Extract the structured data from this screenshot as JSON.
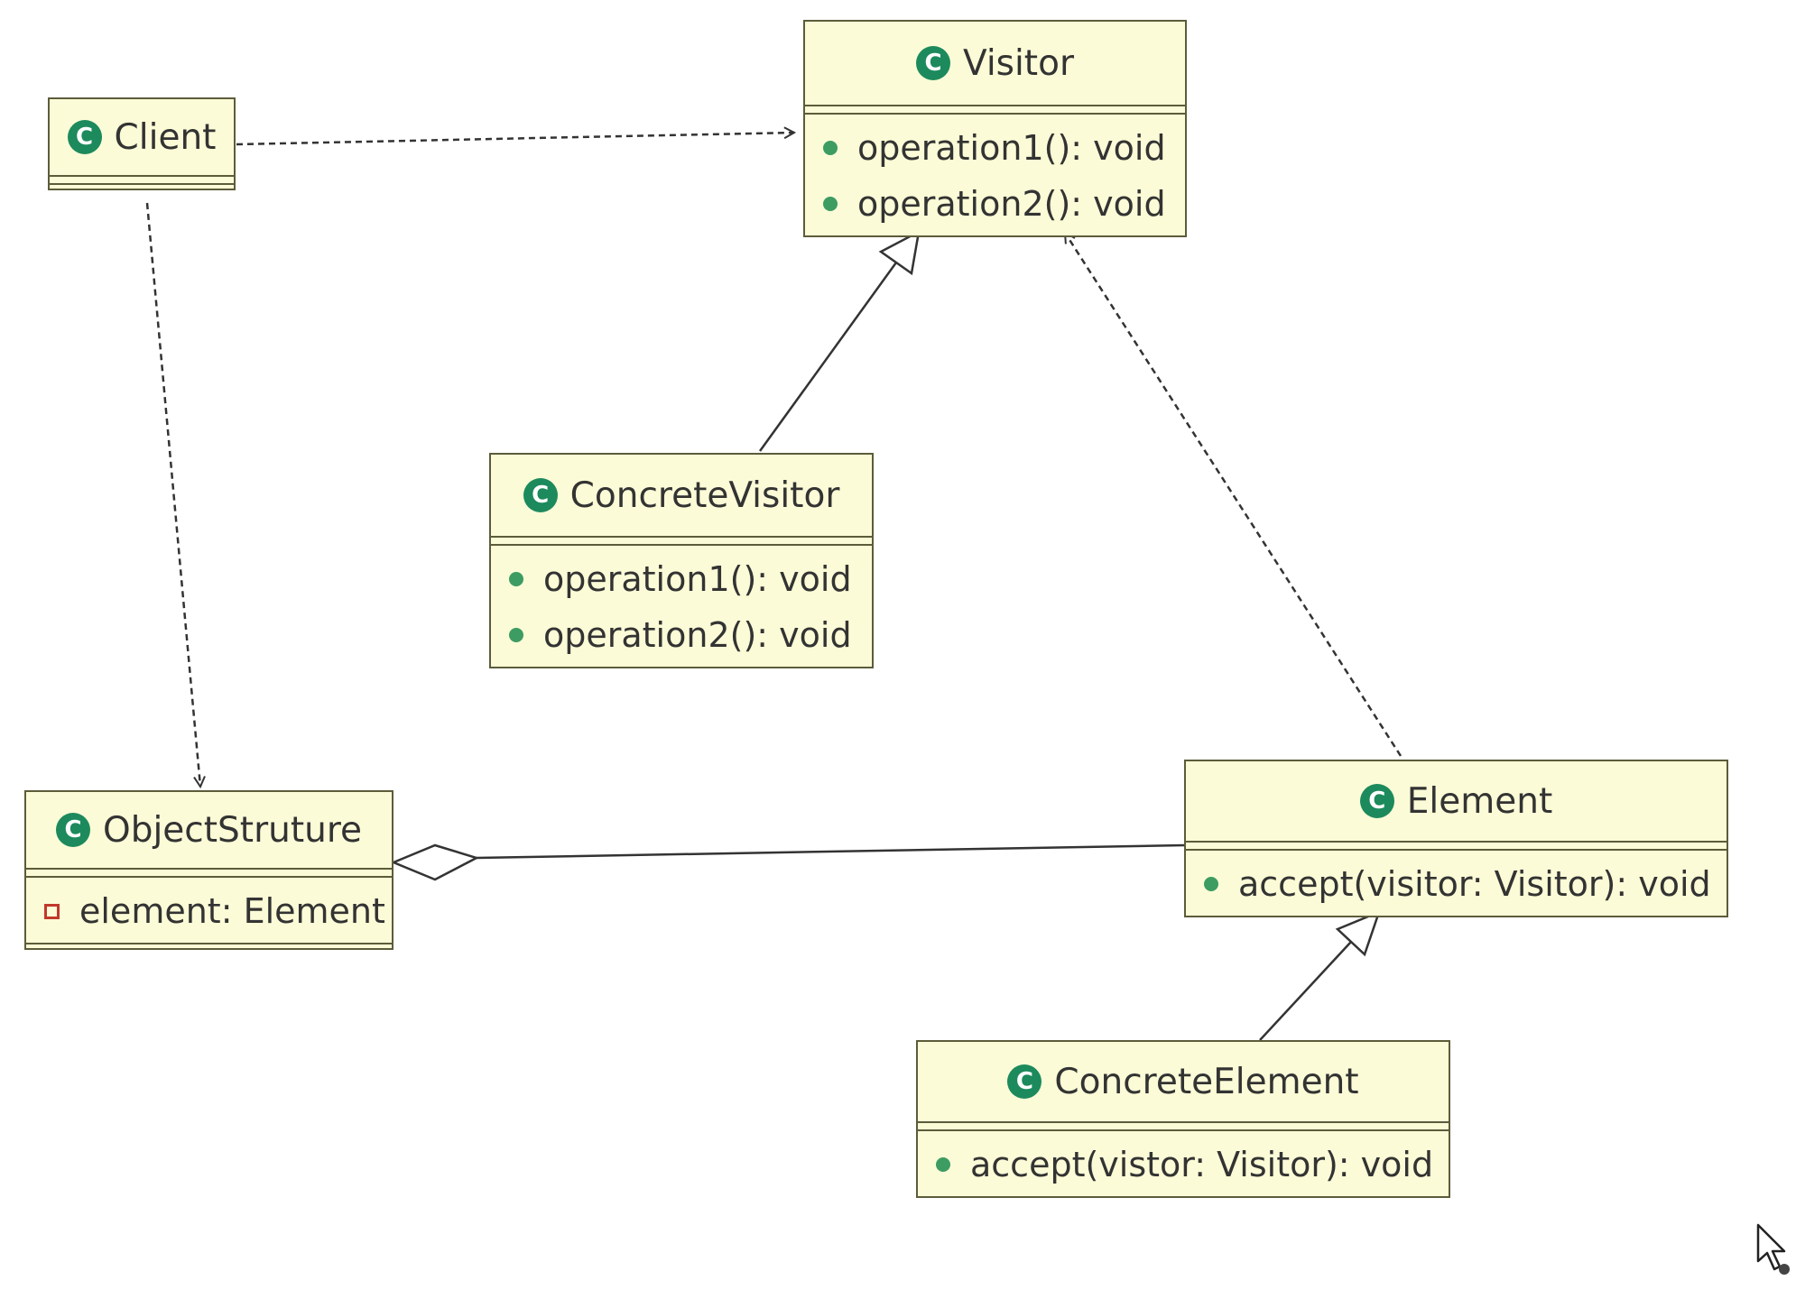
{
  "classes": {
    "client": {
      "name": "Client",
      "members": []
    },
    "visitor": {
      "name": "Visitor",
      "members": [
        {
          "text": "operation1(): void",
          "visibility": "public"
        },
        {
          "text": "operation2(): void",
          "visibility": "public"
        }
      ]
    },
    "concrete_visitor": {
      "name": "ConcreteVisitor",
      "members": [
        {
          "text": "operation1(): void",
          "visibility": "public"
        },
        {
          "text": "operation2(): void",
          "visibility": "public"
        }
      ]
    },
    "object_structure": {
      "name": "ObjectStruture",
      "members": [
        {
          "text": "element: Element",
          "visibility": "private"
        }
      ]
    },
    "element": {
      "name": "Element",
      "members": [
        {
          "text": "accept(visitor: Visitor): void",
          "visibility": "public"
        }
      ]
    },
    "concrete_element": {
      "name": "ConcreteElement",
      "members": [
        {
          "text": "accept(vistor: Visitor): void",
          "visibility": "public"
        }
      ]
    }
  },
  "relationships": [
    {
      "from": "Client",
      "to": "Visitor",
      "kind": "dependency"
    },
    {
      "from": "Client",
      "to": "ObjectStruture",
      "kind": "dependency"
    },
    {
      "from": "ConcreteVisitor",
      "to": "Visitor",
      "kind": "generalization"
    },
    {
      "from": "Element",
      "to": "Visitor",
      "kind": "dependency"
    },
    {
      "from": "ObjectStruture",
      "to": "Element",
      "kind": "aggregation"
    },
    {
      "from": "ConcreteElement",
      "to": "Element",
      "kind": "generalization"
    }
  ],
  "colors": {
    "class_fill": "#fbfbd7",
    "class_border": "#5c5c3a",
    "class_icon": "#1c8a5c",
    "public_member_icon": "#3d9c62",
    "private_member_icon": "#c0392b"
  },
  "icons": {
    "class": "class-c-icon",
    "public_member": "public-member-dot-icon",
    "private_member": "private-member-square-icon",
    "cursor": "mouse-pointer-icon"
  }
}
